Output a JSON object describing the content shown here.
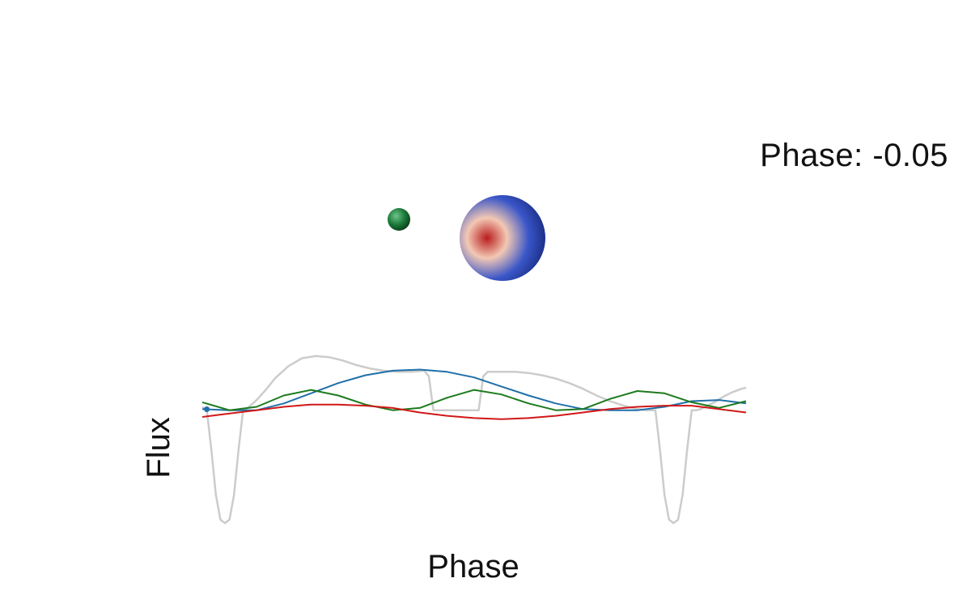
{
  "phase_readout": "Phase: -0.05",
  "bodies": [
    {
      "name": "primary",
      "colors": [
        "#b81d1d",
        "#f3c8b4",
        "#3a56c8",
        "#0e1e6b"
      ]
    },
    {
      "name": "secondary",
      "colors": [
        "#6fc48c",
        "#1d7a3a",
        "#0a3d1a"
      ]
    }
  ],
  "chart_data": {
    "type": "line",
    "title": "",
    "xlabel": "Phase",
    "ylabel": "Flux",
    "current_phase": -0.05,
    "xlim": [
      -0.06,
      1.14
    ],
    "ylim": [
      -1.1,
      0.55
    ],
    "series": [
      {
        "color": "#cccccc",
        "x": [
          -0.06,
          -0.05,
          -0.04,
          -0.03,
          -0.02,
          -0.01,
          0.0,
          0.01,
          0.02,
          0.03,
          0.04,
          0.06,
          0.08,
          0.1,
          0.13,
          0.16,
          0.19,
          0.22,
          0.25,
          0.28,
          0.31,
          0.34,
          0.37,
          0.4,
          0.43,
          0.44,
          0.45,
          0.46,
          0.47,
          0.48,
          0.49,
          0.5,
          0.51,
          0.52,
          0.53,
          0.54,
          0.55,
          0.56,
          0.57,
          0.6,
          0.63,
          0.66,
          0.69,
          0.72,
          0.75,
          0.78,
          0.81,
          0.84,
          0.87,
          0.9,
          0.92,
          0.94,
          0.95,
          0.96,
          0.97,
          0.98,
          0.99,
          1.0,
          1.01,
          1.02,
          1.03,
          1.04,
          1.05,
          1.07,
          1.09,
          1.11,
          1.13,
          1.14
        ],
        "y": [
          0.03,
          0.0,
          -0.35,
          -0.75,
          -0.97,
          -1.0,
          -0.97,
          -0.75,
          -0.35,
          0.0,
          0.02,
          0.09,
          0.18,
          0.28,
          0.39,
          0.46,
          0.48,
          0.47,
          0.44,
          0.4,
          0.37,
          0.35,
          0.34,
          0.34,
          0.35,
          0.3,
          0.0,
          0.0,
          0.0,
          0.0,
          0.0,
          0.0,
          0.0,
          0.0,
          0.0,
          0.0,
          0.0,
          0.3,
          0.34,
          0.34,
          0.34,
          0.33,
          0.31,
          0.28,
          0.24,
          0.19,
          0.13,
          0.08,
          0.04,
          0.01,
          0.0,
          0.0,
          -0.35,
          -0.75,
          -0.97,
          -1.0,
          -0.97,
          -0.75,
          -0.35,
          0.0,
          0.0,
          0.01,
          0.03,
          0.07,
          0.12,
          0.16,
          0.19,
          0.2
        ]
      },
      {
        "color": "#1f6fa8",
        "x": [
          -0.06,
          0.0,
          0.06,
          0.12,
          0.18,
          0.24,
          0.3,
          0.36,
          0.42,
          0.48,
          0.54,
          0.6,
          0.66,
          0.72,
          0.78,
          0.84,
          0.9,
          0.96,
          1.02,
          1.08,
          1.14
        ],
        "y": [
          0.01,
          0.0,
          0.0,
          0.06,
          0.15,
          0.24,
          0.31,
          0.35,
          0.36,
          0.34,
          0.29,
          0.21,
          0.13,
          0.06,
          0.01,
          0.0,
          0.0,
          0.03,
          0.08,
          0.09,
          0.06
        ]
      },
      {
        "color": "#1d7a1d",
        "x": [
          -0.06,
          0.0,
          0.06,
          0.12,
          0.18,
          0.24,
          0.3,
          0.36,
          0.42,
          0.48,
          0.54,
          0.6,
          0.66,
          0.72,
          0.78,
          0.84,
          0.9,
          0.96,
          1.02,
          1.08,
          1.14
        ],
        "y": [
          0.07,
          0.0,
          0.03,
          0.13,
          0.18,
          0.13,
          0.05,
          0.0,
          0.02,
          0.11,
          0.18,
          0.14,
          0.06,
          0.0,
          0.01,
          0.1,
          0.17,
          0.15,
          0.07,
          0.02,
          0.08
        ]
      },
      {
        "color": "#d01818",
        "x": [
          -0.06,
          0.0,
          0.06,
          0.12,
          0.18,
          0.24,
          0.3,
          0.36,
          0.42,
          0.48,
          0.54,
          0.6,
          0.66,
          0.72,
          0.78,
          0.84,
          0.9,
          0.96,
          1.02,
          1.08,
          1.14
        ],
        "y": [
          -0.06,
          -0.03,
          0.0,
          0.03,
          0.05,
          0.05,
          0.04,
          0.02,
          -0.02,
          -0.05,
          -0.07,
          -0.08,
          -0.07,
          -0.05,
          -0.02,
          0.01,
          0.03,
          0.04,
          0.04,
          0.01,
          -0.02
        ]
      }
    ]
  }
}
